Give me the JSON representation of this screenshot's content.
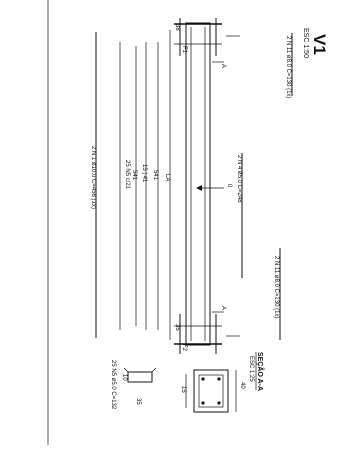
{
  "drawing": {
    "title": "V1",
    "scale": "ESC 1:50",
    "bars": {
      "top_left": "2 N 11 ø8.0 C=130  (1x)",
      "top_right": "2 N 11 ø8.0 C=130  (1x)",
      "middle": "2 N 4 ø5.0 C=248",
      "bottom": "2 N 1 ø10.0 C=458  (1x)"
    },
    "markers": {
      "f1": "F1",
      "f2": "F2",
      "a_top": "A",
      "a_bottom": "A",
      "dim_left": "38",
      "dim_right": "35",
      "center_tick": "0"
    },
    "dims": {
      "la": "LA",
      "d541a": "541",
      "d1541": "15 | 41",
      "d541b": "541",
      "stirrups": "25 N5 c/21"
    },
    "section": {
      "title": "SEÇÃO A-A",
      "scale": "ESC 1:25",
      "width": "40",
      "height": "15"
    },
    "stirrup_detail": {
      "label": "25 N5 ø5.0 C=132",
      "dim_a": "10",
      "dim_b": "35"
    }
  }
}
